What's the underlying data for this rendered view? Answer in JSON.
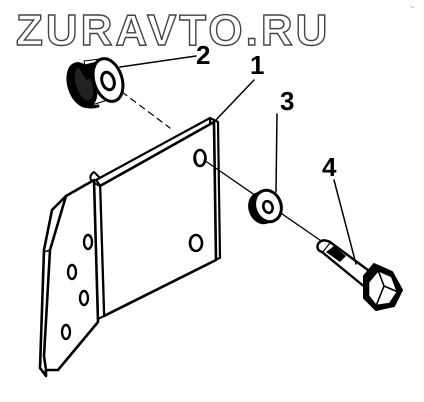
{
  "watermark": {
    "text": "ZURAVTO.RU"
  },
  "callouts": {
    "part_1": "1",
    "part_2": "2",
    "part_3": "3",
    "part_4": "4"
  },
  "colors": {
    "ink": "#000000",
    "paper": "#ffffff",
    "watermark_outline": "#444444"
  }
}
